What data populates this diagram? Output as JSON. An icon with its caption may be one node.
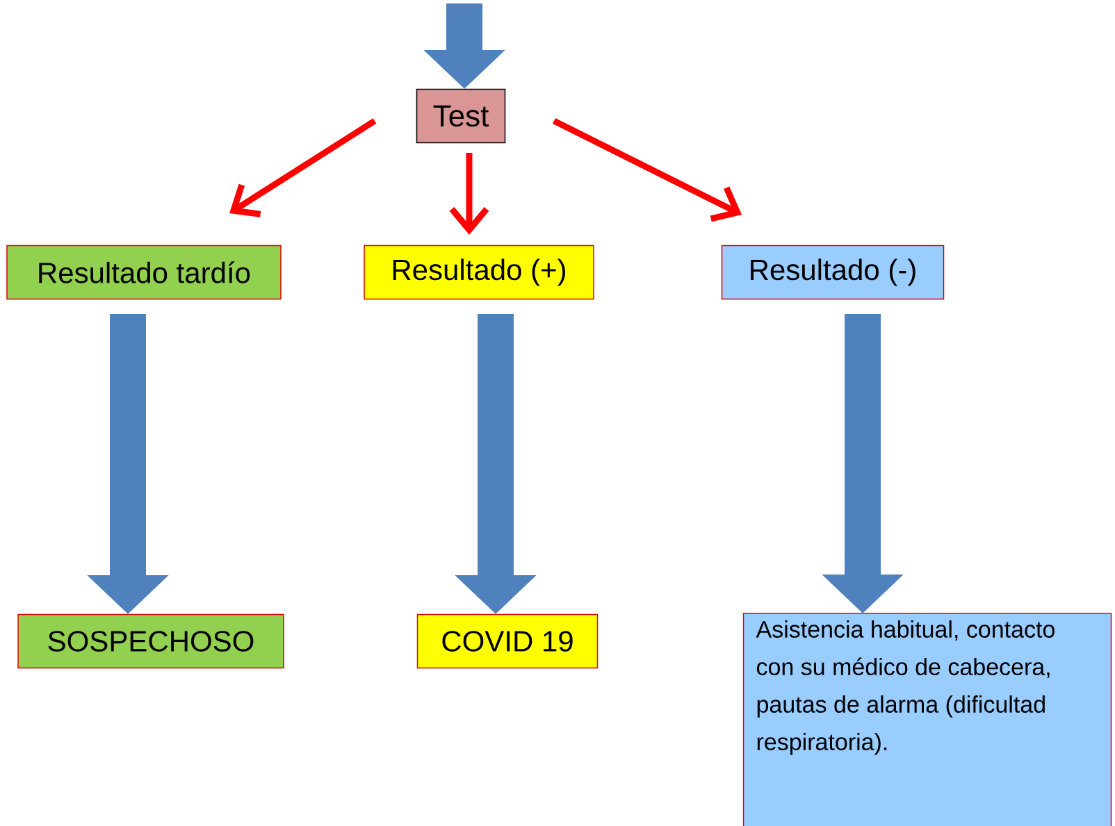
{
  "diagram": {
    "nodes": [
      {
        "text": [
          "Test"
        ]
      },
      {
        "text": [
          "Resultado tardío"
        ]
      },
      {
        "text": [
          "Resultado (+)"
        ]
      },
      {
        "text": [
          "Resultado (-)"
        ]
      },
      {
        "text": [
          "SOSPECHOSO"
        ]
      },
      {
        "text": [
          "COVID 19"
        ]
      },
      {
        "text": [
          "Asistencia habitual, contacto con su médico de cabecera, pautas de alarma (dificultad respiratoria)."
        ]
      }
    ],
    "edges": [
      {
        "from": null,
        "to": 0,
        "arrow": "to"
      },
      {
        "from": 0,
        "to": 1,
        "arrow": "to",
        "color": "#ff0000"
      },
      {
        "from": 0,
        "to": 2,
        "arrow": "to",
        "color": "#ff0000"
      },
      {
        "from": 0,
        "to": 3,
        "arrow": "to",
        "color": "#ff0000"
      },
      {
        "from": 1,
        "to": 4,
        "arrow": "to"
      },
      {
        "from": 2,
        "to": 5,
        "arrow": "to"
      },
      {
        "from": 3,
        "to": 6,
        "arrow": "to"
      }
    ]
  }
}
